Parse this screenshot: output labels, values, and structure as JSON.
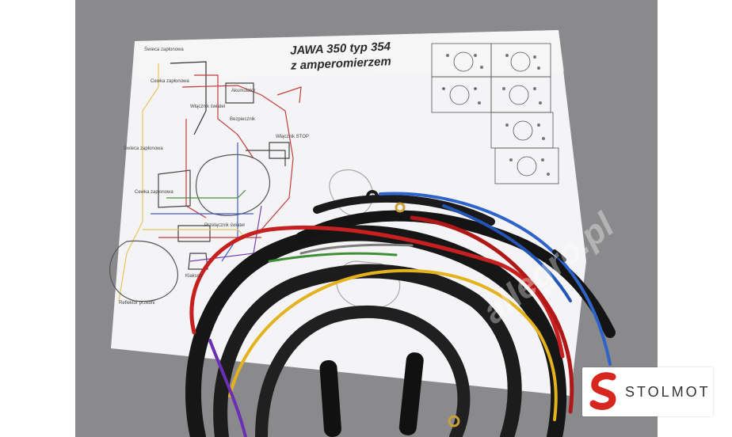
{
  "diagram": {
    "title_line1": "JAWA 350 typ 354",
    "title_line2": "z amperomierzem",
    "labels": {
      "swieca_top": "Świeca zapłonowa",
      "cewka_top": "Cewka zapłonowa",
      "wlacznik_swiatla": "Włącznik świateł",
      "akumulator": "Akumulator",
      "bezpiecznik": "Bezpiecznik",
      "wlacznik_stop": "Włącznik STOP",
      "swieca_bottom": "Świeca zapłonowa",
      "cewka_bottom": "Cewka zapłonowa",
      "przelacznik": "Przełącznik świateł",
      "klakson": "Klakson",
      "reflektor": "Reflektor przedni"
    }
  },
  "watermark": "allegro.pl",
  "logo": {
    "brand": "STOLMOT",
    "accent": "#d7261e"
  }
}
